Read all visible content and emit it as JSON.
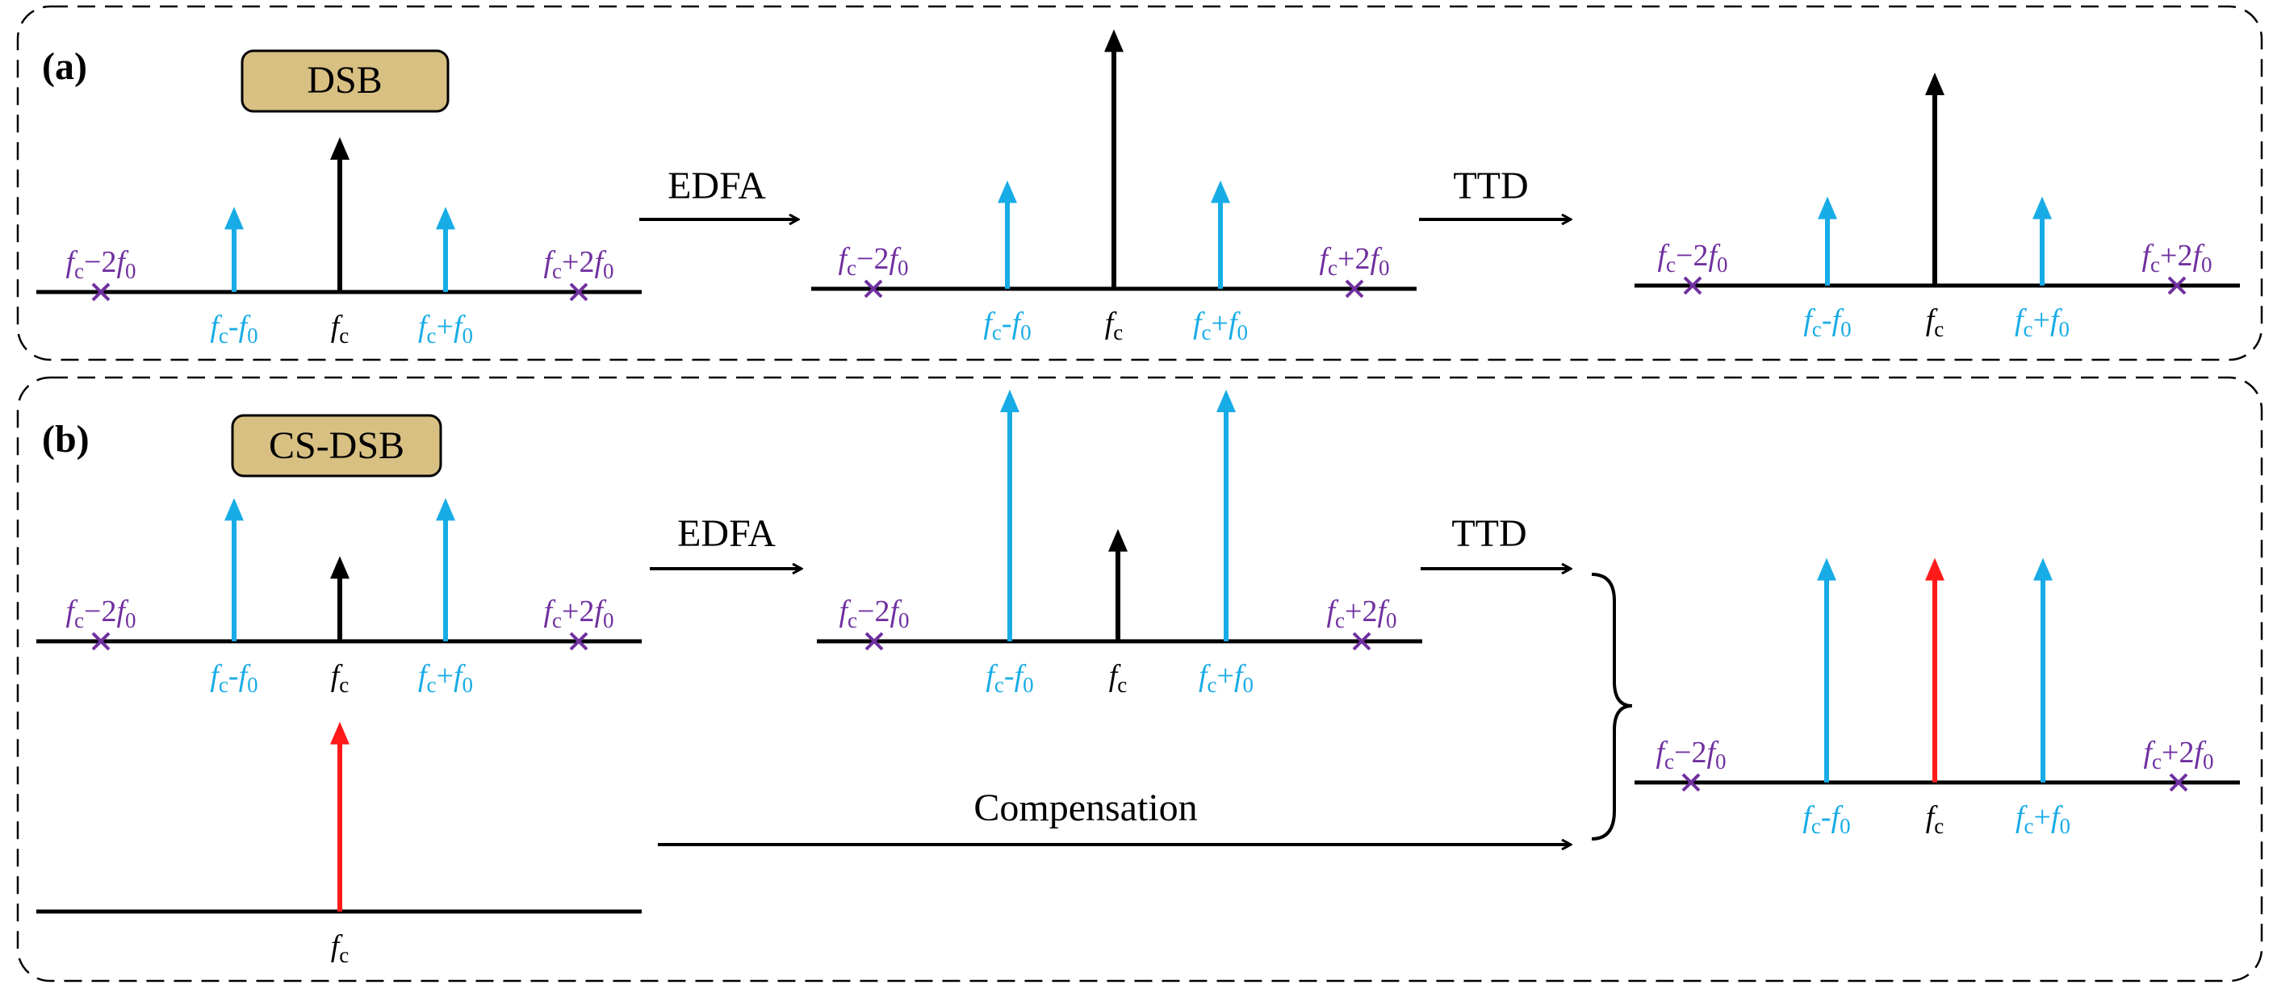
{
  "colors": {
    "sideband": "#18ace6",
    "carrier": "#000000",
    "compensation_carrier": "#ff1a1a",
    "suppressed": "#7030a0",
    "box_fill": "#d8c083",
    "box_stroke": "#000000"
  },
  "panel_a": {
    "label": "(a)",
    "box_label": "DSB",
    "op1": "EDFA",
    "op2": "TTD"
  },
  "panel_b": {
    "label": "(b)",
    "box_label": "CS-DSB",
    "op1": "EDFA",
    "op2": "TTD",
    "compensation": "Compensation"
  },
  "freq_labels": {
    "minus2": {
      "f": "f",
      "sub1": "c",
      "op": "−2",
      "f2": "f",
      "sub2": "0"
    },
    "minus1": {
      "f": "f",
      "sub1": "c",
      "op": "-",
      "f2": "f",
      "sub2": "0"
    },
    "center": {
      "f": "f",
      "sub1": "c"
    },
    "plus1": {
      "f": "f",
      "sub1": "c",
      "op": "+",
      "f2": "f",
      "sub2": "0"
    },
    "plus2": {
      "f": "f",
      "sub1": "c",
      "op": "+2",
      "f2": "f",
      "sub2": "0"
    }
  },
  "spectra": {
    "a1": {
      "carrier": 0.4,
      "sideband": 0.22,
      "suppressed_sidebands": 2
    },
    "a2": {
      "carrier": 0.67,
      "sideband": 0.28,
      "suppressed_sidebands": 2
    },
    "a3": {
      "carrier": 0.55,
      "sideband": 0.23,
      "suppressed_sidebands": 2
    },
    "b1": {
      "carrier": 0.22,
      "sideband": 0.37,
      "suppressed_sidebands": 2
    },
    "b2": {
      "carrier": 0.29,
      "sideband": 0.65,
      "suppressed_sidebands": 2
    },
    "b_comp": {
      "compensation_carrier": 0.49
    },
    "b3": {
      "compensation_carrier": 0.58,
      "sideband": 0.58,
      "suppressed_sidebands": 2
    }
  }
}
